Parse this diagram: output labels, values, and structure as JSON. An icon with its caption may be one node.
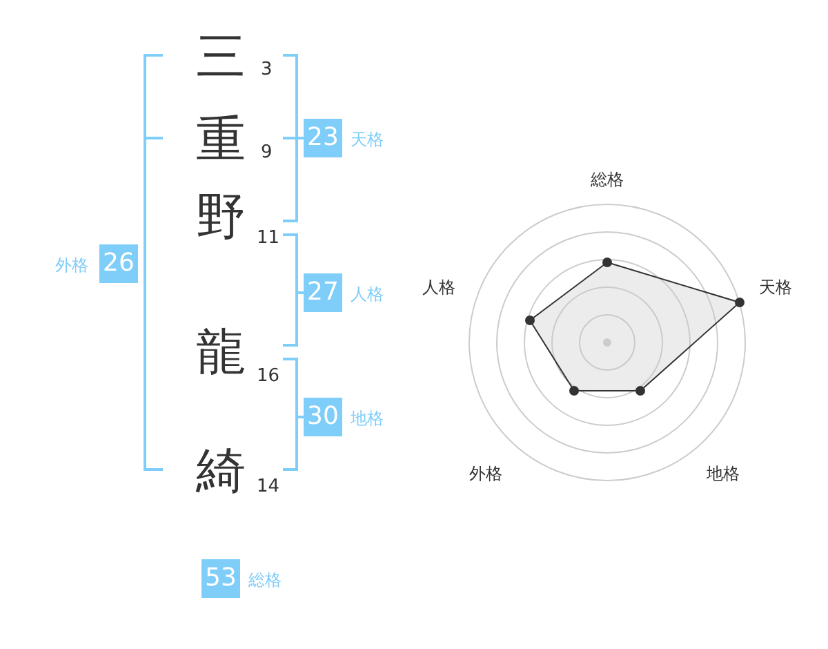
{
  "diagram": {
    "nodes": [
      {
        "text": [
          "23"
        ],
        "beside": [
          "天格"
        ]
      },
      {
        "text": [
          "26"
        ],
        "beside": [
          "外格"
        ]
      },
      {
        "text": [
          "27"
        ],
        "beside": [
          "人格"
        ]
      },
      {
        "text": [
          "30"
        ],
        "beside": [
          "地格"
        ]
      },
      {
        "text": [
          "53"
        ],
        "beside": [
          "総格"
        ]
      }
    ],
    "labels": [
      "三",
      "3",
      "重",
      "9",
      "野",
      "11",
      "龍",
      "16",
      "綺",
      "14",
      "総格",
      "人格",
      "天格",
      "外格",
      "地格"
    ]
  }
}
